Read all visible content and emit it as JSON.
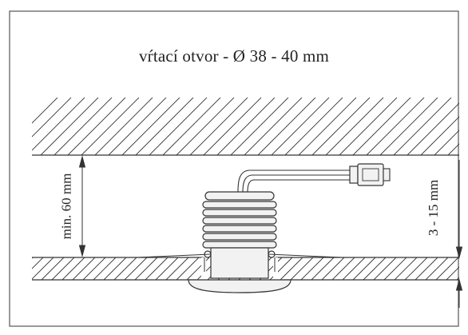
{
  "diagram": {
    "title": "vŕtací otvor - Ø 38 - 40 mm",
    "dimension_left": "min. 60 mm",
    "dimension_right": "3 - 15 mm"
  },
  "colors": {
    "line": "#333333",
    "frame": "#555555",
    "fixture_fill": "#f2f2f2",
    "background": "#ffffff"
  }
}
